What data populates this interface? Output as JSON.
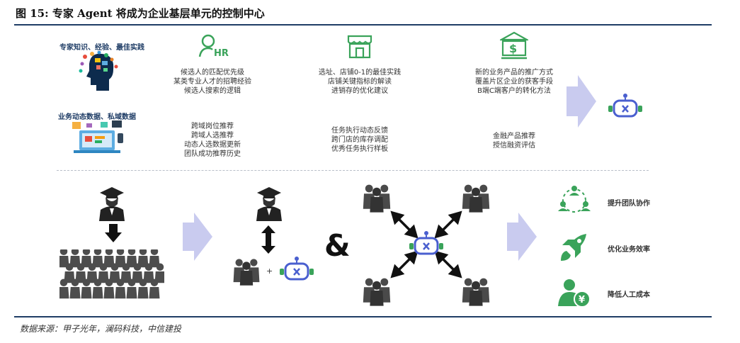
{
  "title": "图 15: 专家 Agent 将成为企业基层单元的控制中心",
  "left_labels": {
    "knowledge": "专家知识、经验、最佳实践",
    "data": "业务动态数据、私域数据"
  },
  "hr_column": {
    "icon": "hr-icon",
    "top": [
      "候选人的匹配优先级",
      "某类专业人才的招聘经验",
      "候选人搜索的逻辑"
    ],
    "bottom": [
      "跨域岗位推荐",
      "跨域人选推荐",
      "动态人选数据更新",
      "团队成功推荐历史"
    ]
  },
  "store_column": {
    "icon": "store-icon",
    "top": [
      "选址、店铺0-1的最佳实践",
      "店铺关键指标的解读",
      "进销存的优化建议"
    ],
    "bottom": [
      "任务执行动态反馈",
      "跨门店的库存调配",
      "优秀任务执行样板"
    ]
  },
  "bank_column": {
    "icon": "bank-icon",
    "top": [
      "新的业务产品的推广方式",
      "覆盖片区企业的获客手段",
      "B端C端客户的转化方法"
    ],
    "bottom": [
      "金融产品推荐",
      "授信融资评估"
    ]
  },
  "plus_sign": "+",
  "ampersand": "&",
  "results": {
    "collaboration": "提升团队协作",
    "efficiency": "优化业务效率",
    "cost": "降低人工成本"
  },
  "source": "数据来源：甲子光年，澜码科技，中信建投",
  "colors": {
    "accent_green": "#3aa35a",
    "navy": "#1f3d66",
    "arrow_purple": "#c7c9ee",
    "bot_blue": "#5a6fd6"
  }
}
